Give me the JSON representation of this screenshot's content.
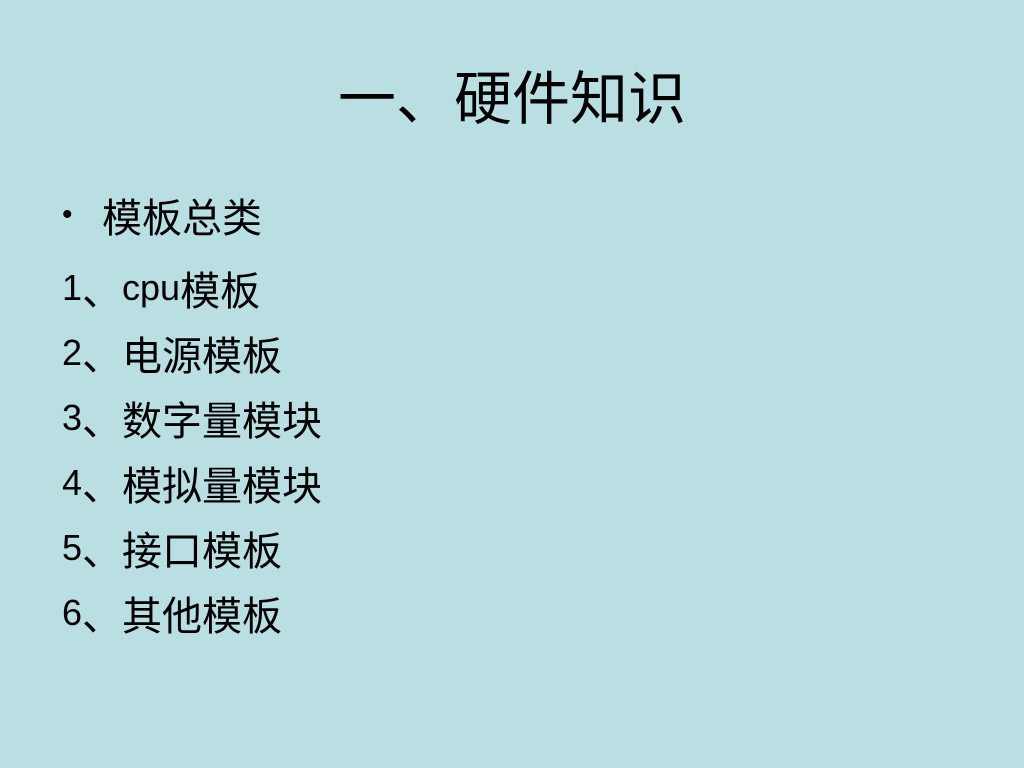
{
  "slide": {
    "title": "一、硬件知识",
    "bullet": {
      "glyph": "•",
      "text": "模板总类"
    },
    "items": [
      {
        "num": "1",
        "sep": "、",
        "latin": "cpu",
        "text": "模板"
      },
      {
        "num": "2",
        "sep": "、",
        "latin": "",
        "text": "电源模板"
      },
      {
        "num": "3",
        "sep": "、",
        "latin": "",
        "text": "数字量模块"
      },
      {
        "num": "4",
        "sep": "、",
        "latin": "",
        "text": "模拟量模块"
      },
      {
        "num": "5",
        "sep": "、",
        "latin": "",
        "text": "接口模板"
      },
      {
        "num": "6",
        "sep": "、",
        "latin": "",
        "text": "其他模板"
      }
    ]
  },
  "colors": {
    "background": "#b9dfe3",
    "text": "#000000"
  }
}
